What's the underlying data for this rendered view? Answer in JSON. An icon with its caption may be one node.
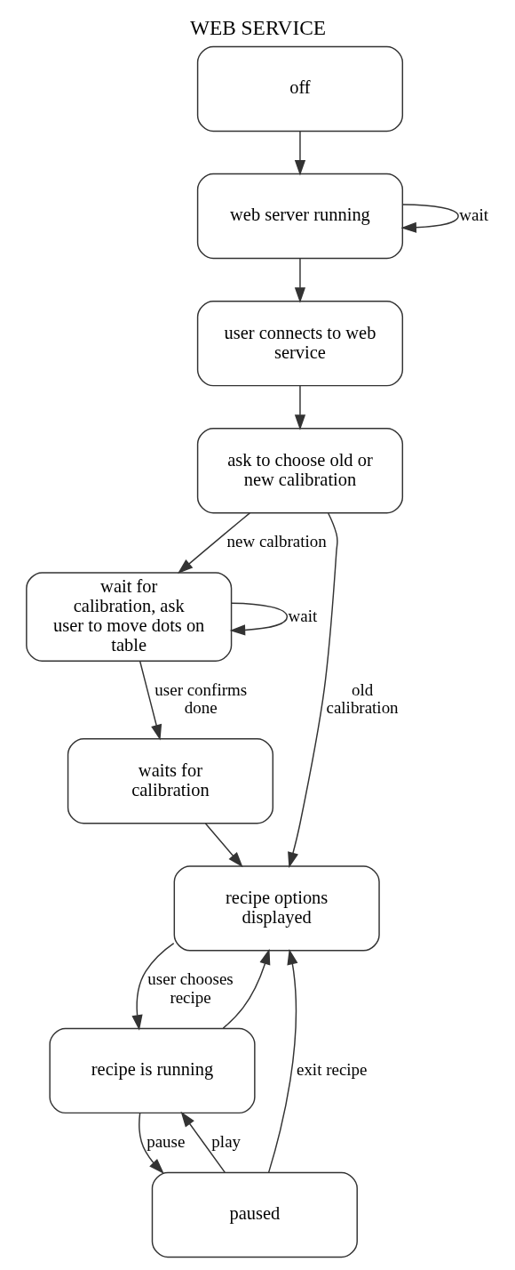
{
  "diagram": {
    "title": "WEB SERVICE",
    "nodes": [
      {
        "text": [
          "off"
        ]
      },
      {
        "text": [
          "web server running"
        ]
      },
      {
        "text": [
          "user connects to web service"
        ]
      },
      {
        "text": [
          "ask to choose old or new calibration"
        ]
      },
      {
        "text": [
          "wait for calibration, ask user to move dots on table"
        ]
      },
      {
        "text": [
          "waits for calibration"
        ]
      },
      {
        "text": [
          "recipe options displayed"
        ]
      },
      {
        "text": [
          "recipe is running"
        ]
      },
      {
        "text": [
          "paused"
        ]
      }
    ],
    "edges": [
      {
        "from": 0,
        "to": 1,
        "arrow": "to"
      },
      {
        "from": 1,
        "to": 1,
        "arrow": "to",
        "label": "wait"
      },
      {
        "from": 1,
        "to": 2,
        "arrow": "to"
      },
      {
        "from": 2,
        "to": 3,
        "arrow": "to"
      },
      {
        "from": 3,
        "to": 4,
        "arrow": "to",
        "label": "new calbration"
      },
      {
        "from": 4,
        "to": 4,
        "arrow": "to",
        "label": "wait"
      },
      {
        "from": 4,
        "to": 5,
        "arrow": "to",
        "label": "user confirms done"
      },
      {
        "from": 5,
        "to": 6,
        "arrow": "to"
      },
      {
        "from": 3,
        "to": 6,
        "arrow": "to",
        "label": "old calibration"
      },
      {
        "from": 6,
        "to": 7,
        "arrow": "to",
        "label": "user chooses recipe"
      },
      {
        "from": 7,
        "to": 6,
        "arrow": "to"
      },
      {
        "from": 8,
        "to": 6,
        "arrow": "to",
        "label": "exit recipe"
      },
      {
        "from": 7,
        "to": 8,
        "arrow": "to",
        "label": "pause"
      },
      {
        "from": 8,
        "to": 7,
        "arrow": "to",
        "label": "play"
      }
    ]
  }
}
